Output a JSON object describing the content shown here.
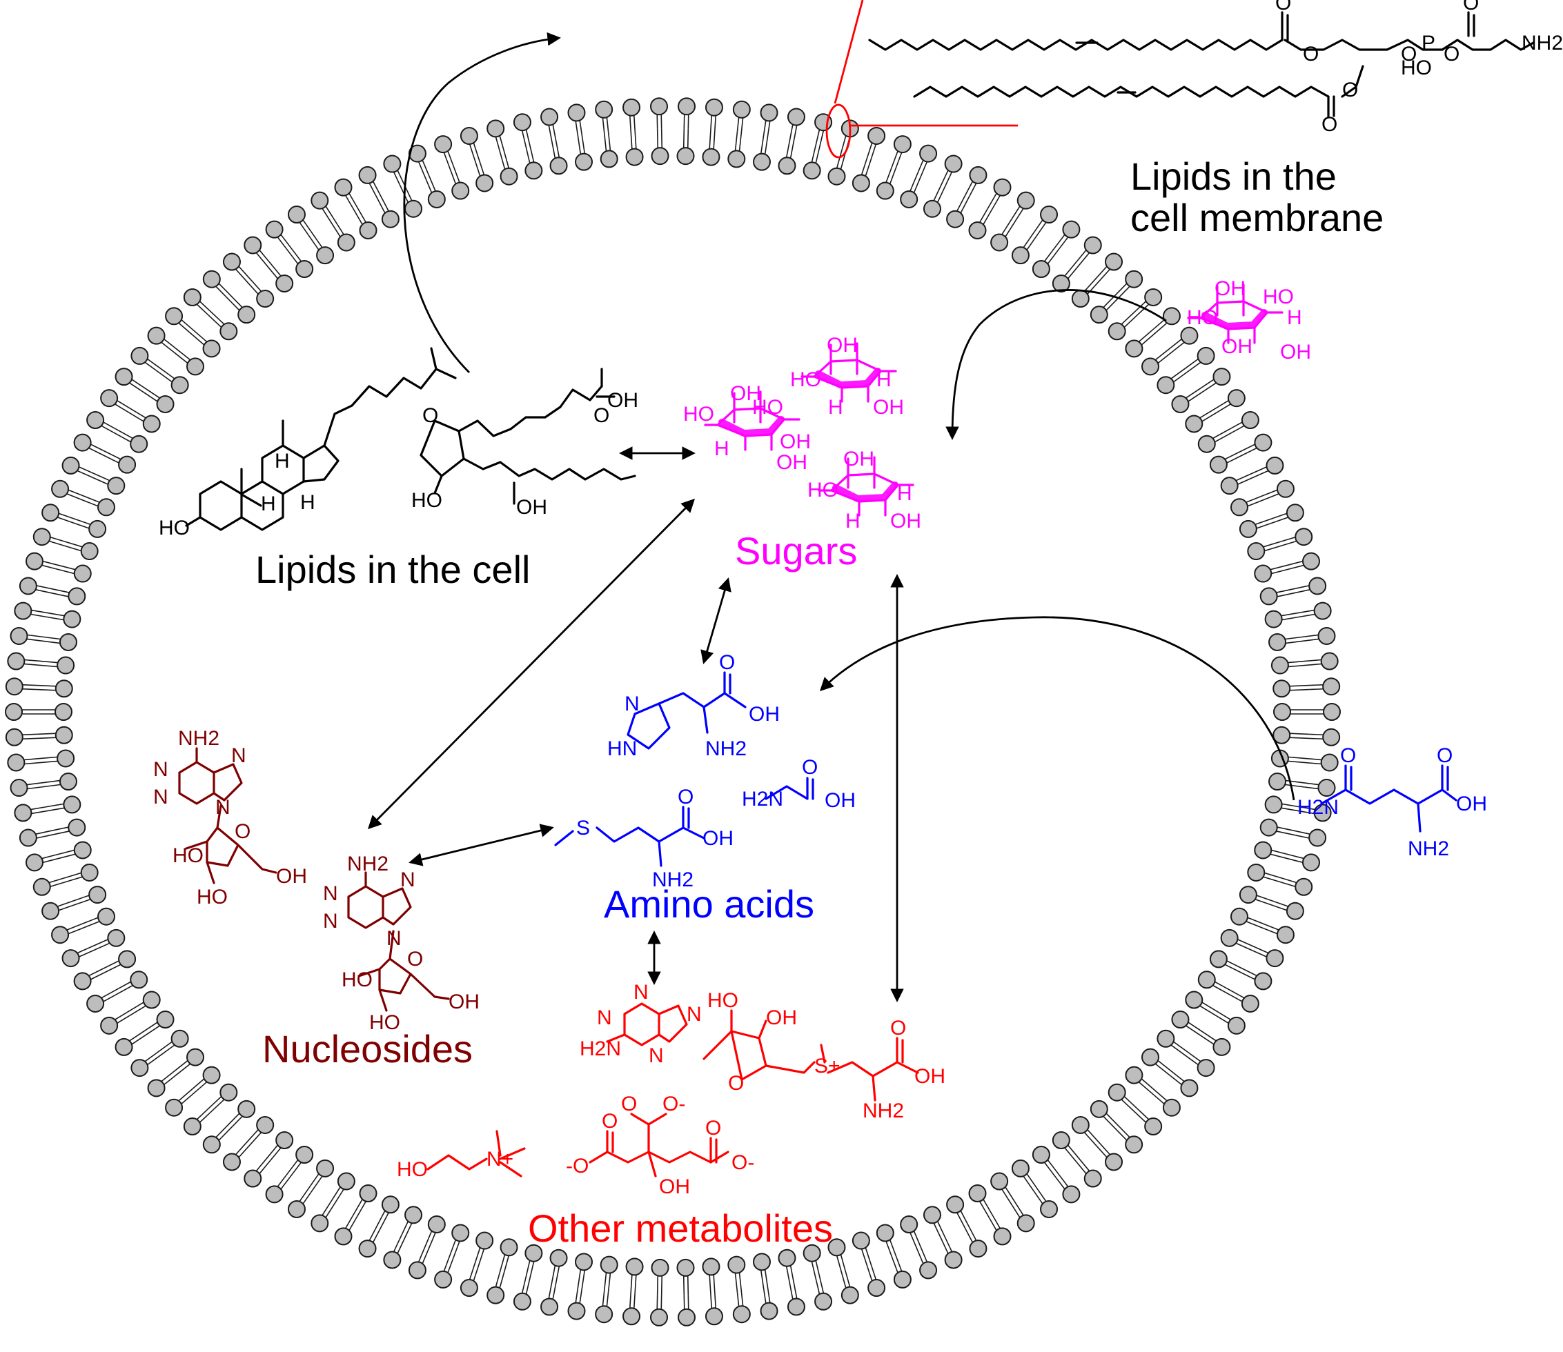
{
  "labels": {
    "membrane_lipids": [
      "Lipids in the",
      "cell membrane"
    ],
    "cell_lipids": "Lipids in the cell",
    "sugars": "Sugars",
    "amino_acids": "Amino acids",
    "nucleosides": "Nucleosides",
    "other_metabolites": "Other metabolites"
  },
  "colors": {
    "membrane_head": "#bdbdbd",
    "membrane_outline": "#1a1a1a",
    "lipid": "#000000",
    "sugar": "#ff00ff",
    "amino_acid": "#0000ff",
    "nucleoside": "#7f0000",
    "other": "#ff0000",
    "highlight": "#ff0000"
  },
  "atoms": {
    "phospholipid": [
      "O",
      "O",
      "O",
      "P",
      "O",
      "O",
      "NH2",
      "HO",
      "O",
      "O"
    ],
    "cholesterol": [
      "HO",
      "H",
      "H",
      "H"
    ],
    "prostaglandin": [
      "O",
      "OH",
      "O",
      "HO",
      "OH"
    ],
    "glucose": [
      "OH",
      "HO",
      "HO",
      "H",
      "HO",
      "H",
      "OH",
      "H",
      "OH",
      "H"
    ],
    "histidine": [
      "O",
      "OH",
      "N",
      "HN",
      "NH2"
    ],
    "methionine": [
      "S",
      "O",
      "OH",
      "NH2"
    ],
    "glycine": [
      "H2N",
      "O",
      "OH"
    ],
    "glutamine": [
      "O",
      "O",
      "H2N",
      "OH",
      "NH2"
    ],
    "adenosine": [
      "NH2",
      "N",
      "N",
      "N",
      "N",
      "O",
      "HO",
      "HO",
      "OH"
    ],
    "sam": [
      "N",
      "N",
      "H2N",
      "N",
      "N",
      "O",
      "HO",
      "OH",
      "S+",
      "O",
      "OH",
      "NH2"
    ],
    "choline": [
      "HO",
      "N+"
    ],
    "citrate": [
      "O",
      "O-",
      "O",
      "O",
      "-O",
      "O-",
      "OH"
    ]
  }
}
